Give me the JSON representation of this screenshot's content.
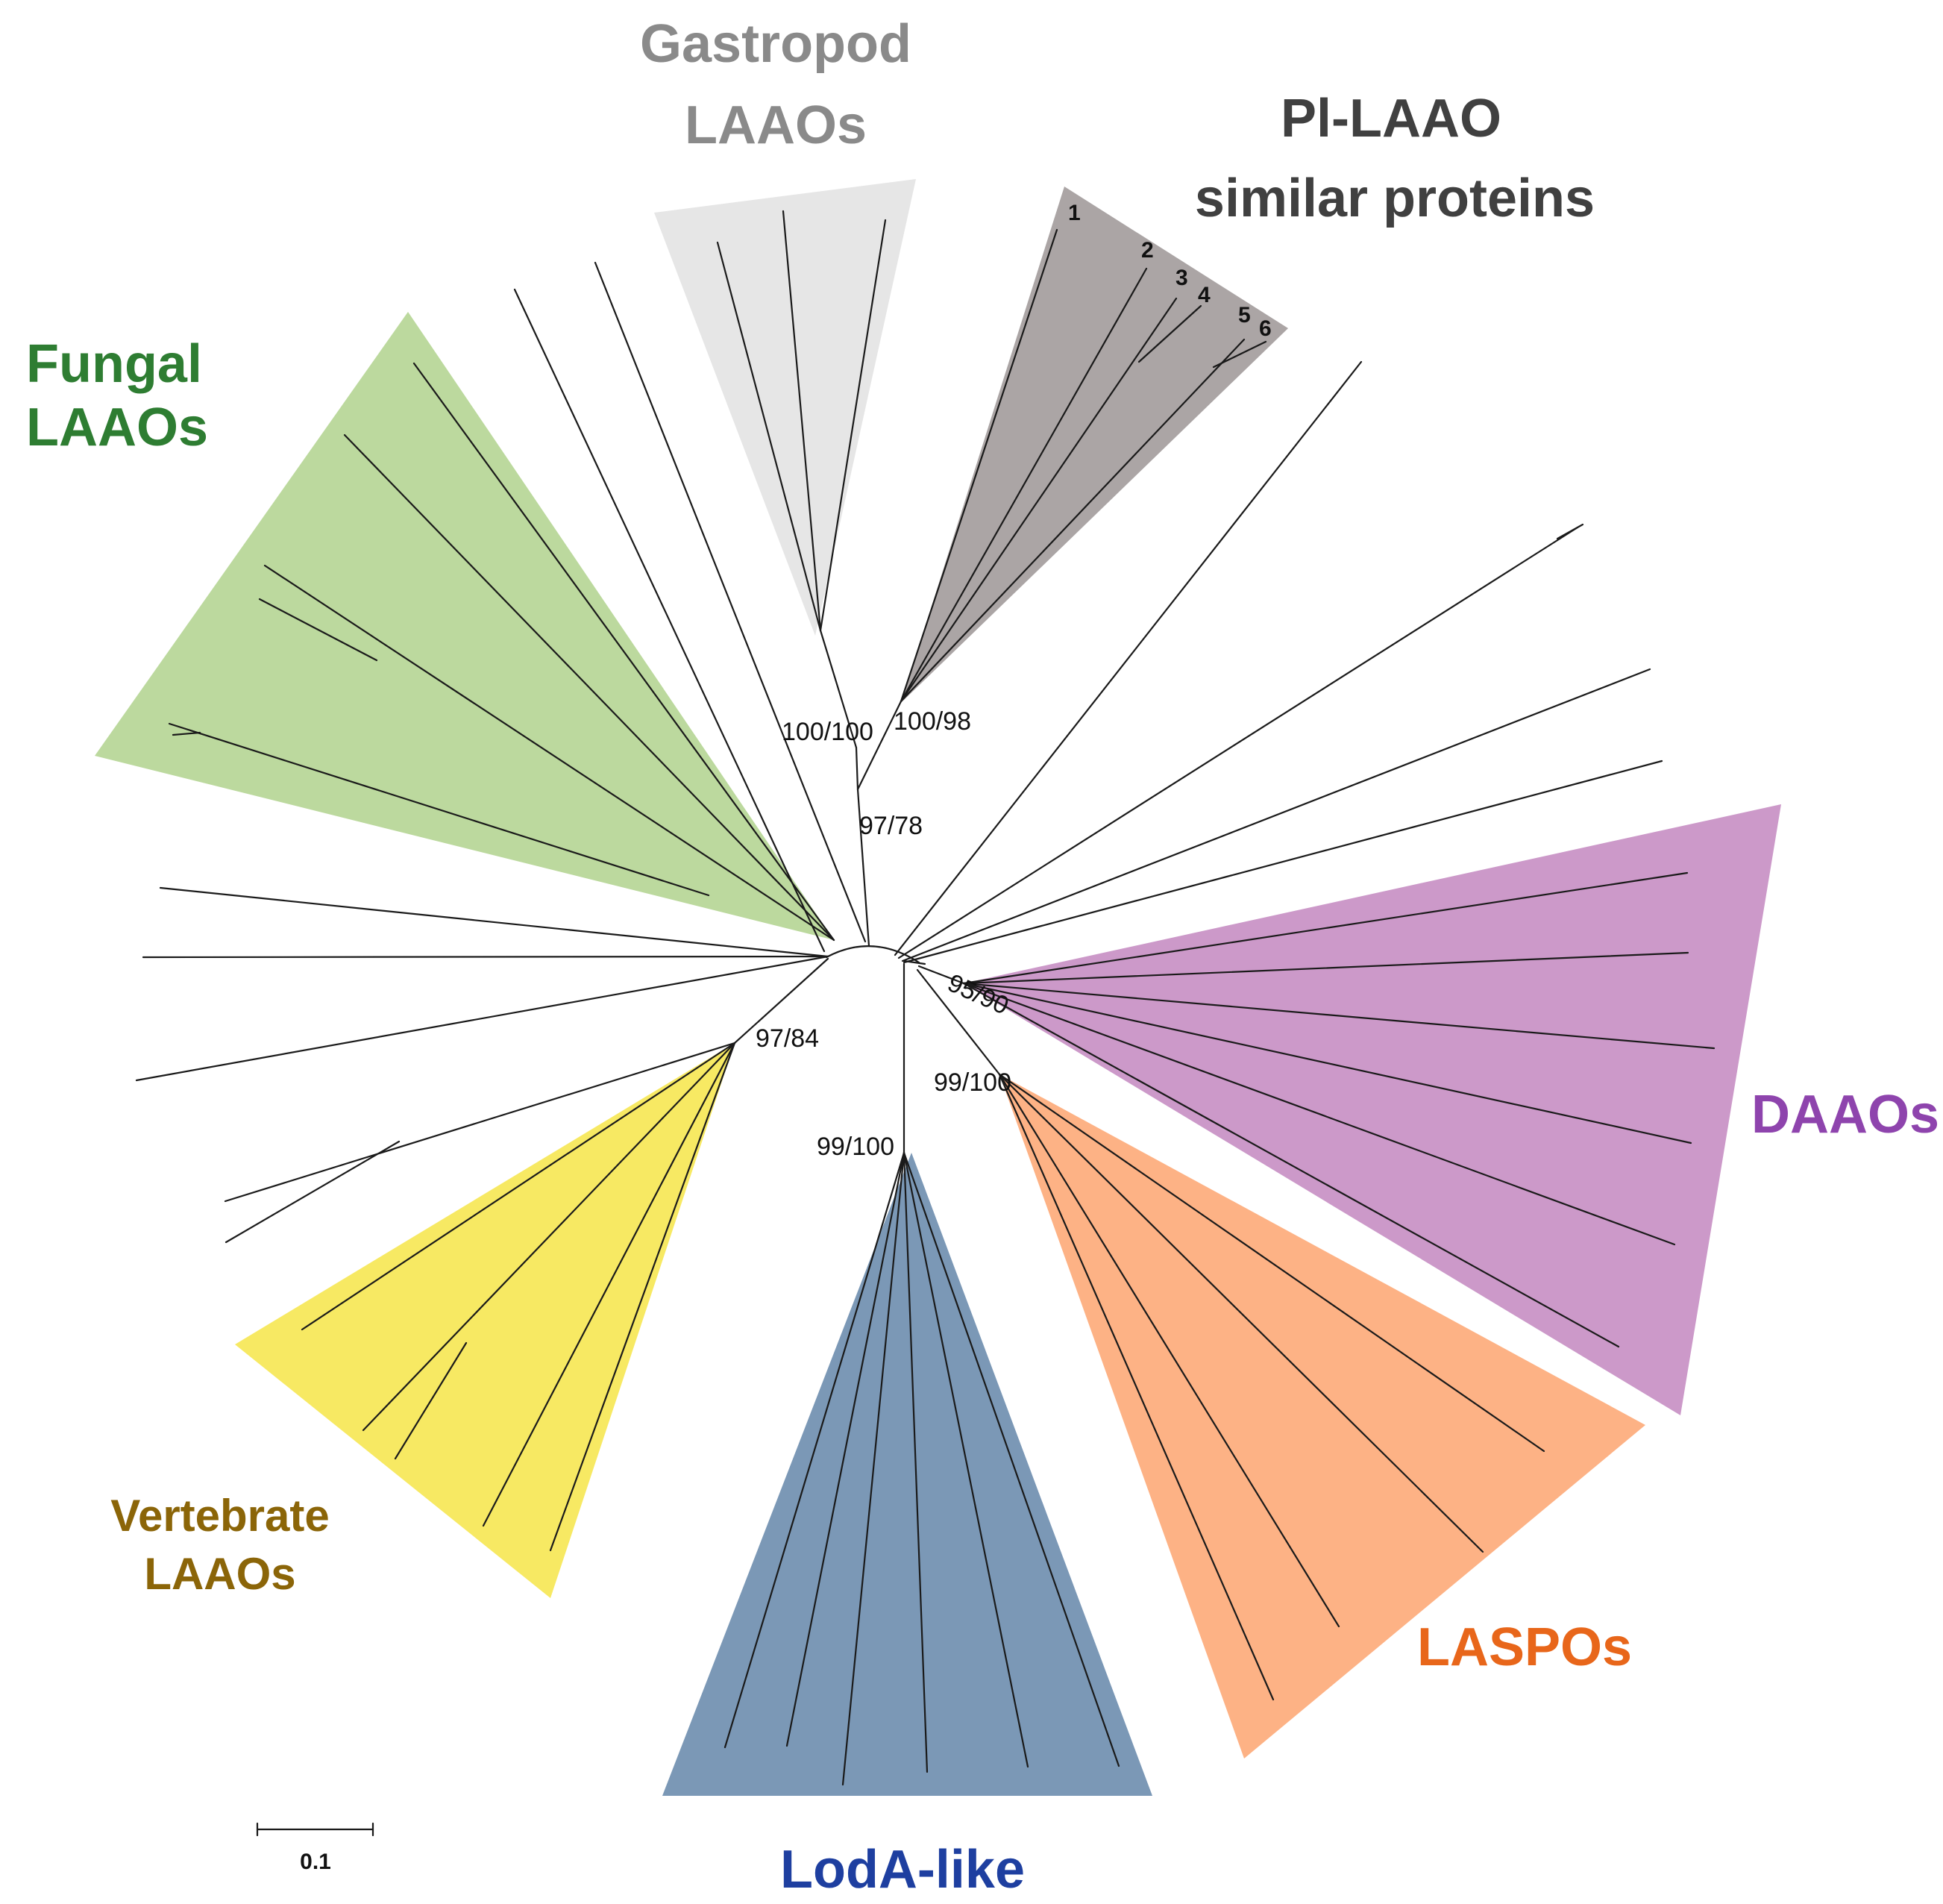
{
  "clades": [
    {
      "id": "gastropod",
      "lines": [
        "Gastropod",
        "LAAOs"
      ],
      "color": "#8a8a8a",
      "fill": "#e6e6e6"
    },
    {
      "id": "pl-laao",
      "lines": [
        "Pl-LAAO",
        "similar proteins"
      ],
      "color": "#404040",
      "fill": "#aba5a5"
    },
    {
      "id": "fungal",
      "lines": [
        "Fungal",
        "LAAOs"
      ],
      "color": "#2e7d32",
      "fill": "#bcd99e"
    },
    {
      "id": "daao",
      "lines": [
        "DAAOs"
      ],
      "color": "#8e44ad",
      "fill": "#cc99c9"
    },
    {
      "id": "laspo",
      "lines": [
        "LASPOs"
      ],
      "color": "#e8661a",
      "fill": "#fdb285"
    },
    {
      "id": "loda",
      "lines": [
        "LodA-like"
      ],
      "color": "#1e3fa0",
      "fill": "#7b98b6"
    },
    {
      "id": "vertebrate",
      "lines": [
        "Vertebrate",
        "LAAOs"
      ],
      "color": "#8b6508",
      "fill": "#f7e963"
    }
  ],
  "support_values": [
    "100/100",
    "100/98",
    "97/78",
    "95/90",
    "99/100",
    "97/84",
    "99/100"
  ],
  "leaf_numbers": [
    "1",
    "2",
    "3",
    "4",
    "5",
    "6"
  ],
  "scale_bar": {
    "label": "0.1"
  }
}
